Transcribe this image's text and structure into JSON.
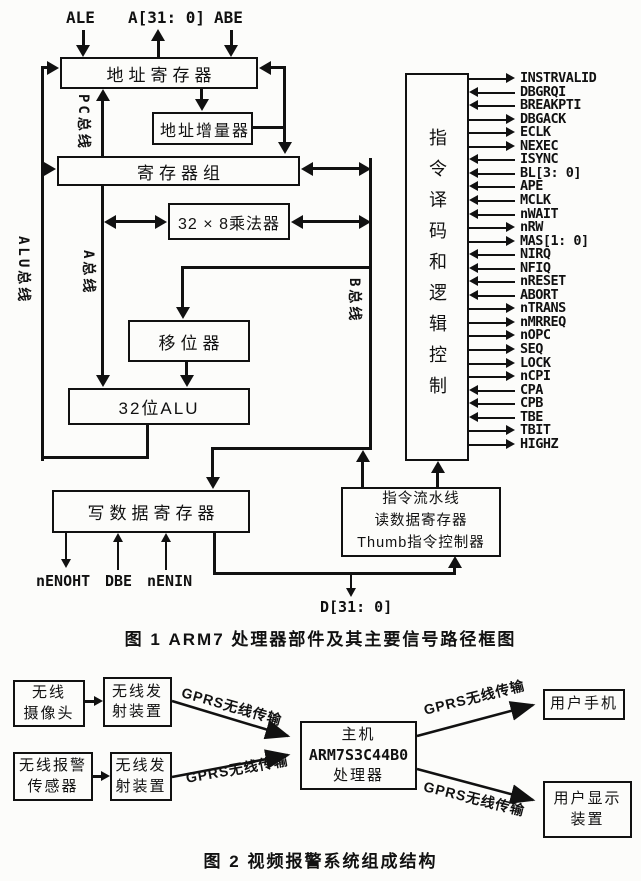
{
  "figure1": {
    "caption": "图 1  ARM7 处理器部件及其主要信号路径框图",
    "top_signals": {
      "ale": "ALE",
      "a_bus": "A[31: 0]",
      "abe": "ABE"
    },
    "boxes": {
      "address_register": "地址寄存器",
      "address_incrementer": "地址增量器",
      "register_bank": "寄存器组",
      "multiplier": "32 × 8乘法器",
      "shifter": "移位器",
      "alu": "32位ALU",
      "write_data_register": "写数据寄存器",
      "decode": "指令译码和逻辑控制",
      "pipeline_line1": "指令流水线",
      "pipeline_line2": "读数据寄存器",
      "pipeline_line3": "Thumb指令控制器"
    },
    "bus_labels": {
      "pc": "PC总线",
      "alu": "ALU总线",
      "a": "A总线",
      "b": "B总线"
    },
    "bottom_signals": {
      "nenoht": "nENOHT",
      "dbe": "DBE",
      "nenin": "nENIN",
      "d_bus": "D[31: 0]"
    },
    "signals": [
      {
        "name": "INSTRVALID",
        "dir": "out"
      },
      {
        "name": "DBGRQI",
        "dir": "in"
      },
      {
        "name": "BREAKPTI",
        "dir": "in"
      },
      {
        "name": "DBGACK",
        "dir": "out"
      },
      {
        "name": "ECLK",
        "dir": "out"
      },
      {
        "name": "NEXEC",
        "dir": "out"
      },
      {
        "name": "ISYNC",
        "dir": "in"
      },
      {
        "name": "BL[3: 0]",
        "dir": "in"
      },
      {
        "name": "APE",
        "dir": "in"
      },
      {
        "name": "MCLK",
        "dir": "in"
      },
      {
        "name": "nWAIT",
        "dir": "in"
      },
      {
        "name": "nRW",
        "dir": "out"
      },
      {
        "name": "MAS[1: 0]",
        "dir": "out"
      },
      {
        "name": "NIRQ",
        "dir": "in"
      },
      {
        "name": "NFIQ",
        "dir": "in"
      },
      {
        "name": "nRESET",
        "dir": "in"
      },
      {
        "name": "ABORT",
        "dir": "in"
      },
      {
        "name": "nTRANS",
        "dir": "out"
      },
      {
        "name": "nMRREQ",
        "dir": "out"
      },
      {
        "name": "nOPC",
        "dir": "out"
      },
      {
        "name": "SEQ",
        "dir": "out"
      },
      {
        "name": "LOCK",
        "dir": "out"
      },
      {
        "name": "nCPI",
        "dir": "out"
      },
      {
        "name": "CPA",
        "dir": "in"
      },
      {
        "name": "CPB",
        "dir": "in"
      },
      {
        "name": "TBE",
        "dir": "in"
      },
      {
        "name": "TBIT",
        "dir": "out"
      },
      {
        "name": "HIGHZ",
        "dir": "out"
      }
    ]
  },
  "figure2": {
    "caption": "图 2  视频报警系统组成结构",
    "camera": {
      "line1": "无线",
      "line2": "摄像头"
    },
    "tx1": {
      "line1": "无线发",
      "line2": "射装置"
    },
    "alarm": {
      "line1": "无线报警",
      "line2": "传感器"
    },
    "tx2": {
      "line1": "无线发",
      "line2": "射装置"
    },
    "host": {
      "line1": "主机",
      "line2": "ARM7S3C44B0",
      "line3": "处理器"
    },
    "phone": {
      "line1": "用户手机"
    },
    "display": {
      "line1": "用户显示",
      "line2": "装置"
    },
    "link_label": "GPRS无线传输"
  }
}
